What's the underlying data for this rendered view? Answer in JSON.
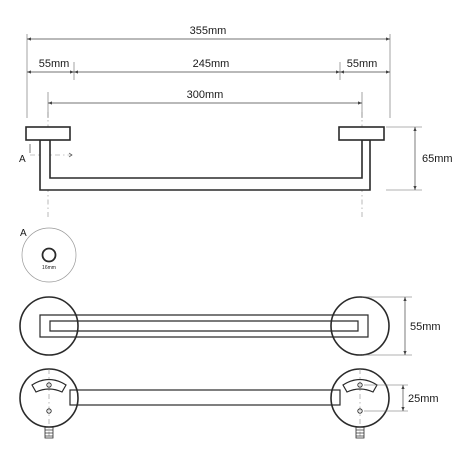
{
  "dimensions": {
    "overall_width": "355mm",
    "left_offset": "55mm",
    "bar_length": "245mm",
    "right_offset": "55mm",
    "mount_centers": "300mm",
    "height": "65mm",
    "rosette_diameter": "55mm",
    "screw_spacing": "25mm"
  },
  "detail": {
    "section_marker": "A",
    "detail_title": "A",
    "tube_diameter": "16mm"
  },
  "colors": {
    "line": "#2a2a2a",
    "dimension": "#444444",
    "background": "#ffffff"
  }
}
